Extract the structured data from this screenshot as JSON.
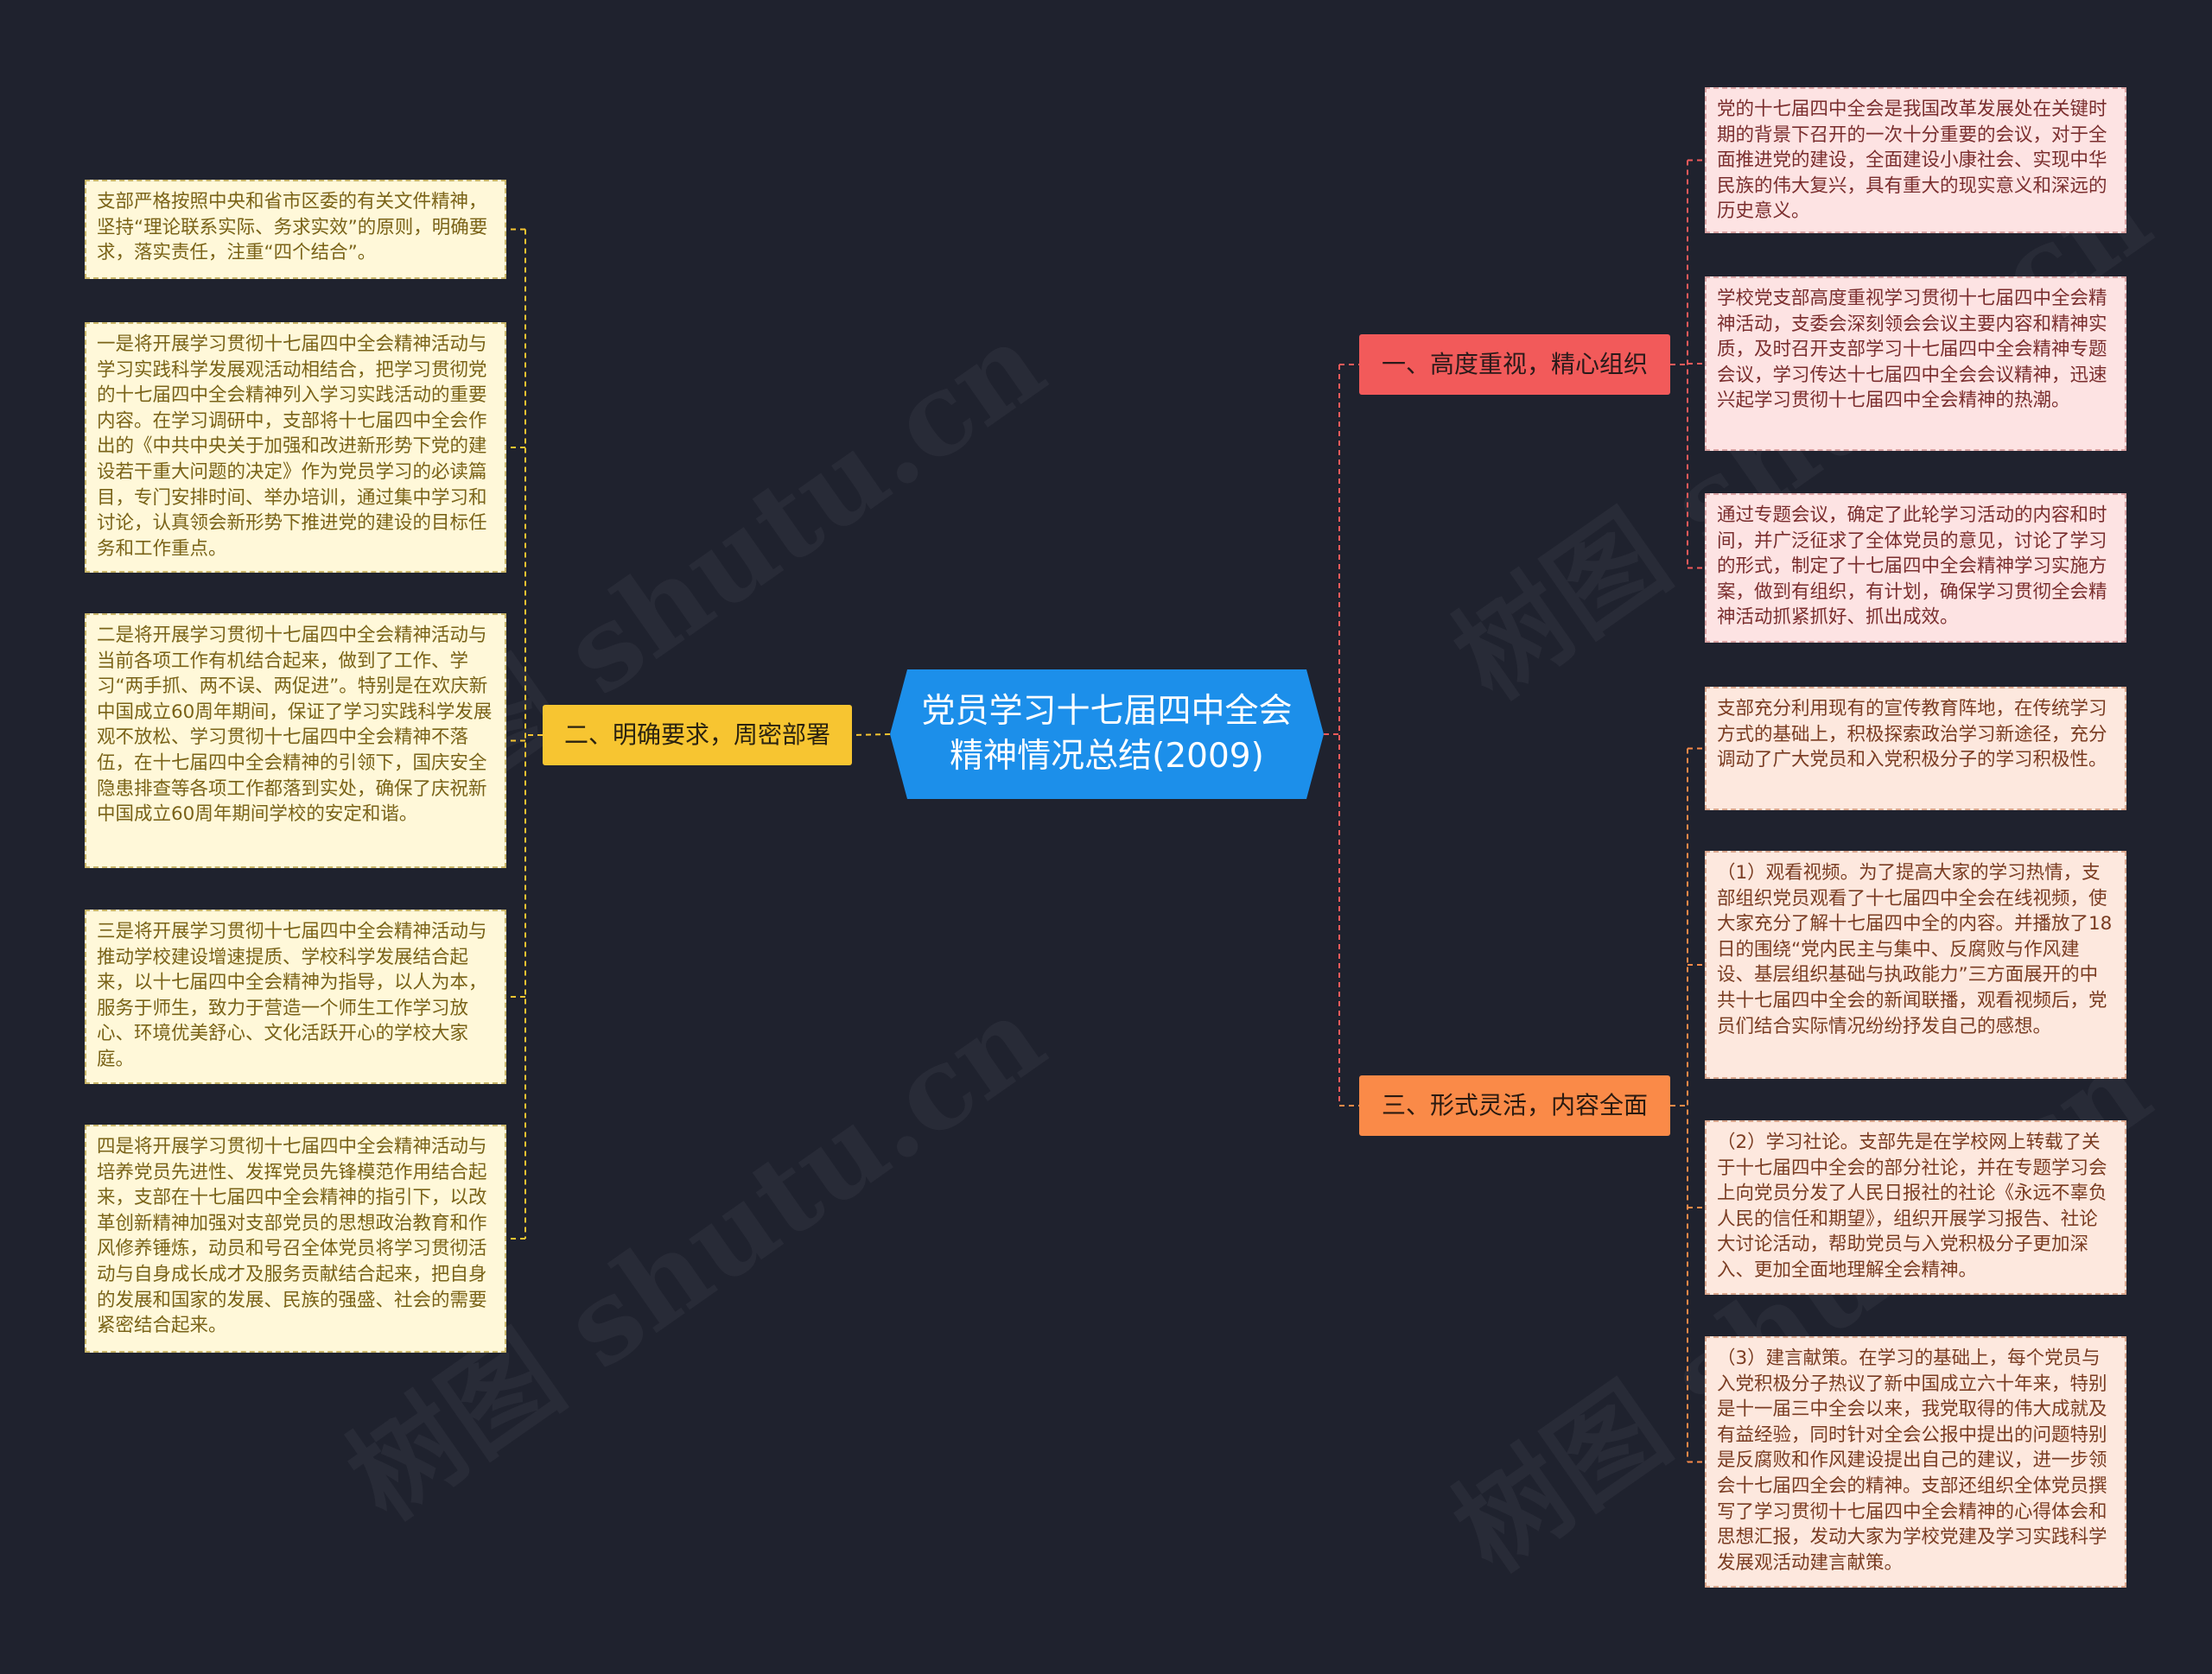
{
  "title": "党员学习十七届四中全会精神情况总结(2009)",
  "watermark": "树图 shutu.cn",
  "colors": {
    "background": "#1f222e",
    "center": "#1c8fea",
    "branch_red": "#f25a5a",
    "branch_yellow": "#f7c531",
    "branch_orange": "#fa8a48",
    "leaf_yellow": "#fff8d9",
    "leaf_pink": "#fde3e3",
    "leaf_peach": "#fde8de"
  },
  "branches": [
    {
      "label": "一、高度重视，精心组织",
      "color": "#f25a5a",
      "side": "right",
      "children": [
        "党的十七届四中全会是我国改革发展处在关键时期的背景下召开的一次十分重要的会议，对于全面推进党的建设，全面建设小康社会、实现中华民族的伟大复兴，具有重大的现实意义和深远的历史意义。",
        "学校党支部高度重视学习贯彻十七届四中全会精神活动，支委会深刻领会会议主要内容和精神实质，及时召开支部学习十七届四中全会精神专题会议，学习传达十七届四中全会会议精神，迅速兴起学习贯彻十七届四中全会精神的热潮。",
        "通过专题会议，确定了此轮学习活动的内容和时间，并广泛征求了全体党员的意见，讨论了学习的形式，制定了十七届四中全会精神学习实施方案，做到有组织，有计划，确保学习贯彻全会精神活动抓紧抓好、抓出成效。"
      ]
    },
    {
      "label": "二、明确要求，周密部署",
      "color": "#f7c531",
      "side": "left",
      "children": [
        "支部严格按照中央和省市区委的有关文件精神，坚持“理论联系实际、务求实效”的原则，明确要求，落实责任，注重“四个结合”。",
        "一是将开展学习贯彻十七届四中全会精神活动与学习实践科学发展观活动相结合，把学习贯彻党的十七届四中全会精神列入学习实践活动的重要内容。在学习调研中，支部将十七届四中全会作出的《中共中央关于加强和改进新形势下党的建设若干重大问题的决定》作为党员学习的必读篇目，专门安排时间、举办培训，通过集中学习和讨论，认真领会新形势下推进党的建设的目标任务和工作重点。",
        "二是将开展学习贯彻十七届四中全会精神活动与当前各项工作有机结合起来，做到了工作、学习“两手抓、两不误、两促进”。特别是在欢庆新中国成立60周年期间，保证了学习实践科学发展观不放松、学习贯彻十七届四中全会精神不落伍，在十七届四中全会精神的引领下，国庆安全隐患排查等各项工作都落到实处，确保了庆祝新中国成立60周年期间学校的安定和谐。",
        "三是将开展学习贯彻十七届四中全会精神活动与推动学校建设增速提质、学校科学发展结合起来，以十七届四中全会精神为指导，以人为本，服务于师生，致力于营造一个师生工作学习放心、环境优美舒心、文化活跃开心的学校大家庭。",
        "四是将开展学习贯彻十七届四中全会精神活动与培养党员先进性、发挥党员先锋模范作用结合起来，支部在十七届四中全会精神的指引下，以改革创新精神加强对支部党员的思想政治教育和作风修养锤炼，动员和号召全体党员将学习贯彻活动与自身成长成才及服务贡献结合起来，把自身的发展和国家的发展、民族的强盛、社会的需要紧密结合起来。"
      ]
    },
    {
      "label": "三、形式灵活，内容全面",
      "color": "#fa8a48",
      "side": "right",
      "children": [
        "支部充分利用现有的宣传教育阵地，在传统学习方式的基础上，积极探索政治学习新途径，充分调动了广大党员和入党积极分子的学习积极性。",
        "（1）观看视频。为了提高大家的学习热情，支部组织党员观看了十七届四中全会在线视频，使大家充分了解十七届四中全的内容。并播放了18日的围绕“党内民主与集中、反腐败与作风建设、基层组织基础与执政能力”三方面展开的中共十七届四中全会的新闻联播，观看视频后，党员们结合实际情况纷纷抒发自己的感想。",
        "（2）学习社论。支部先是在学校网上转载了关于十七届四中全会的部分社论，并在专题学习会上向党员分发了人民日报社的社论《永远不辜负人民的信任和期望》，组织开展学习报告、社论大讨论活动，帮助党员与入党积极分子更加深入、更加全面地理解全会精神。",
        "（3）建言献策。在学习的基础上，每个党员与入党积极分子热议了新中国成立六十年来，特别是十一届三中全会以来，我党取得的伟大成就及有益经验，同时针对全会公报中提出的问题特别是反腐败和作风建设提出自己的建议，进一步领会十七届四全会的精神。支部还组织全体党员撰写了学习贯彻十七届四中全会精神的心得体会和思想汇报，发动大家为学校党建及学习实践科学发展观活动建言献策。"
      ]
    }
  ]
}
